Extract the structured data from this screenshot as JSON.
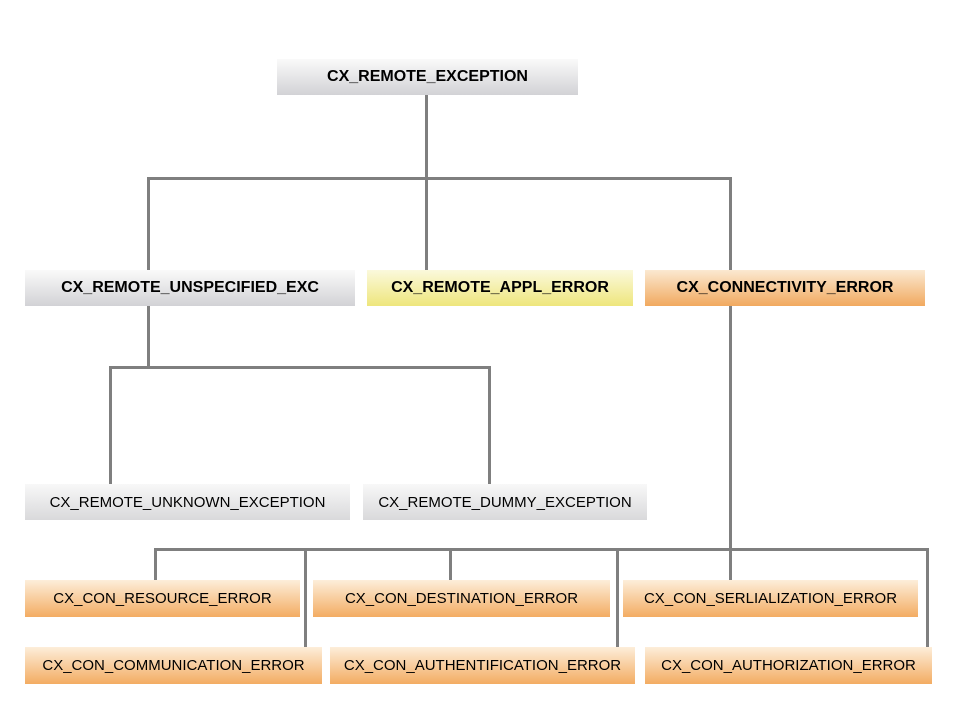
{
  "diagram": {
    "type": "hierarchy-tree",
    "connector_color": "#7f7f7f",
    "palette": {
      "gray_top": "#fafafa",
      "gray_bottom": "#d2d2d6",
      "yellow_top": "#fbf9dc",
      "yellow_bottom": "#eee67c",
      "orange_top": "#fbe9d1",
      "orange_bottom": "#f1a95f"
    },
    "nodes": [
      {
        "id": "cx_remote_exception",
        "label": "CX_REMOTE_EXCEPTION",
        "fill": "gray",
        "level": 1
      },
      {
        "id": "cx_remote_unspecified_exc",
        "label": "CX_REMOTE_UNSPECIFIED_EXC",
        "fill": "gray",
        "level": 2
      },
      {
        "id": "cx_remote_appl_error",
        "label": "CX_REMOTE_APPL_ERROR",
        "fill": "yellow",
        "level": 2
      },
      {
        "id": "cx_connectivity_error",
        "label": "CX_CONNECTIVITY_ERROR",
        "fill": "orange",
        "level": 2
      },
      {
        "id": "cx_remote_unknown_exception",
        "label": "CX_REMOTE_UNKNOWN_EXCEPTION",
        "fill": "gray",
        "level": 3
      },
      {
        "id": "cx_remote_dummy_exception",
        "label": "CX_REMOTE_DUMMY_EXCEPTION",
        "fill": "gray",
        "level": 3
      },
      {
        "id": "cx_con_resource_error",
        "label": "CX_CON_RESOURCE_ERROR",
        "fill": "orange",
        "level": 3
      },
      {
        "id": "cx_con_destination_error",
        "label": "CX_CON_DESTINATION_ERROR",
        "fill": "orange",
        "level": 3
      },
      {
        "id": "cx_con_serlialization_error",
        "label": "CX_CON_SERLIALIZATION_ERROR",
        "fill": "orange",
        "level": 3
      },
      {
        "id": "cx_con_communication_error",
        "label": "CX_CON_COMMUNICATION_ERROR",
        "fill": "orange",
        "level": 3
      },
      {
        "id": "cx_con_authentification_error",
        "label": "CX_CON_AUTHENTIFICATION_ERROR",
        "fill": "orange",
        "level": 3
      },
      {
        "id": "cx_con_authorization_error",
        "label": "CX_CON_AUTHORIZATION_ERROR",
        "fill": "orange",
        "level": 3
      }
    ],
    "edges": [
      {
        "parent": "cx_remote_exception",
        "child": "cx_remote_unspecified_exc"
      },
      {
        "parent": "cx_remote_exception",
        "child": "cx_remote_appl_error"
      },
      {
        "parent": "cx_remote_exception",
        "child": "cx_connectivity_error"
      },
      {
        "parent": "cx_remote_unspecified_exc",
        "child": "cx_remote_unknown_exception"
      },
      {
        "parent": "cx_remote_unspecified_exc",
        "child": "cx_remote_dummy_exception"
      },
      {
        "parent": "cx_connectivity_error",
        "child": "cx_con_resource_error"
      },
      {
        "parent": "cx_connectivity_error",
        "child": "cx_con_destination_error"
      },
      {
        "parent": "cx_connectivity_error",
        "child": "cx_con_serlialization_error"
      },
      {
        "parent": "cx_connectivity_error",
        "child": "cx_con_communication_error"
      },
      {
        "parent": "cx_connectivity_error",
        "child": "cx_con_authentification_error"
      },
      {
        "parent": "cx_connectivity_error",
        "child": "cx_con_authorization_error"
      }
    ]
  }
}
